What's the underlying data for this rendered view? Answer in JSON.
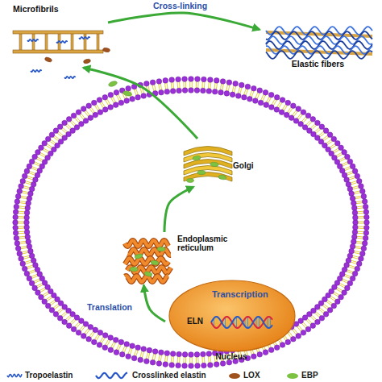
{
  "diagram": {
    "nodes": [
      {
        "text": [
          "Microfibrils"
        ]
      },
      {
        "text": [
          "Elastic fibers"
        ]
      },
      {
        "text": [
          "Golgi"
        ]
      },
      {
        "text": [
          "Endoplasmic reticulum"
        ]
      },
      {
        "text": [
          "Transcription",
          "ELN",
          "Nucleus"
        ]
      }
    ],
    "edges": [
      {
        "from": 4,
        "to": 3,
        "label": "Translation",
        "arrow": "to"
      },
      {
        "from": 3,
        "to": 2,
        "arrow": "to"
      },
      {
        "from": 2,
        "to": 0,
        "arrow": "to"
      },
      {
        "from": 0,
        "to": 1,
        "label": "Cross-linking",
        "arrow": "to"
      }
    ],
    "legend": [
      {
        "text": "Tropoelastin"
      },
      {
        "text": "Crosslinked elastin"
      },
      {
        "text": "LOX",
        "color": "#a0521e"
      },
      {
        "text": "EBP",
        "color": "#7cc242"
      }
    ]
  }
}
